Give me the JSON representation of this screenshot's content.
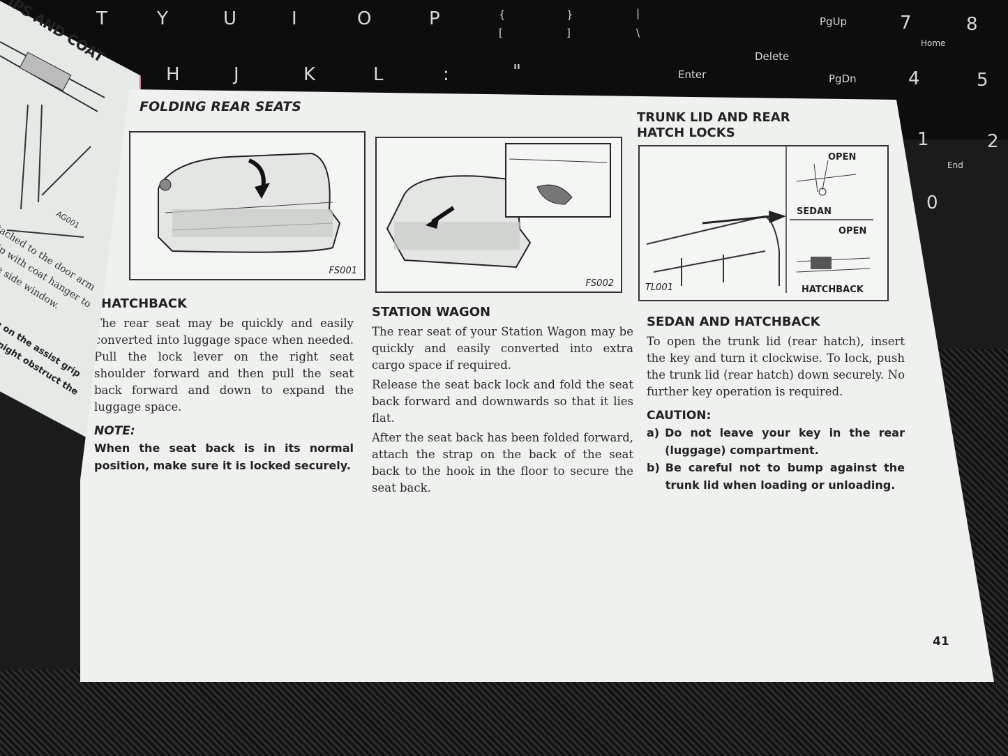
{
  "keyboard": {
    "keys": [
      "T",
      "Y",
      "U",
      "I",
      "O",
      "P",
      "{",
      "}",
      "|",
      "[",
      "]",
      "\\",
      "PgUp",
      "7",
      "8",
      "Home",
      "Delete",
      "Enter",
      "PgDn",
      "4",
      "5",
      "H",
      "J",
      "K",
      "L",
      ":",
      "\"",
      "1",
      "2",
      "End",
      "0"
    ]
  },
  "left_page": {
    "heading_fragment": "IPS AND COAT",
    "figure_code": "AG001",
    "text_lines": [
      "tached to the door arm",
      "ip with coat hanger to",
      "e side window."
    ],
    "warning_lines": [
      "g on the assist grip",
      "might obstruct the"
    ]
  },
  "section_folding": {
    "title": "FOLDING REAR SEATS",
    "fig1_code": "FS001",
    "fig2_code": "FS002",
    "hatchback": {
      "heading": "HATCHBACK",
      "text": "The rear seat may be quickly and easily converted into luggage space when needed. Pull the lock lever on the right seat shoulder forward and then pull the seat back forward and down to expand the luggage space.",
      "note_label": "NOTE:",
      "note_text": "When the seat back is in its normal position, make sure it is locked securely."
    },
    "station_wagon": {
      "heading": "STATION WAGON",
      "paragraphs": [
        "The rear seat of your Station Wagon may be quickly and easily converted into extra cargo space if required.",
        "Release the seat back lock and fold the seat back forward and downwards so that it lies flat.",
        "After the seat back has been folded forward, attach the strap on the back of the seat back to the hook in the floor to secure the seat back."
      ]
    }
  },
  "section_trunk": {
    "title_line1": "TRUNK LID AND REAR",
    "title_line2": "HATCH LOCKS",
    "fig_code": "TL001",
    "fig_labels": {
      "open1": "OPEN",
      "sedan": "SEDAN",
      "open2": "OPEN",
      "hatchback": "HATCHBACK"
    },
    "heading": "SEDAN AND HATCHBACK",
    "text": "To open the trunk lid (rear hatch), insert the key and turn it clockwise. To lock, push the trunk lid (rear hatch) down securely. No further key operation is required.",
    "caution_label": "CAUTION:",
    "caution_items": [
      {
        "marker": "a)",
        "text": "Do not leave your key in the rear (luggage) compartment."
      },
      {
        "marker": "b)",
        "text": "Be careful not to bump against the trunk lid when loading or unloading."
      }
    ]
  },
  "page_number": "41",
  "colors": {
    "paper": "#eef1ee",
    "ink": "#222222",
    "page_edge": "#c0608a",
    "background": "#0d0d0d"
  }
}
